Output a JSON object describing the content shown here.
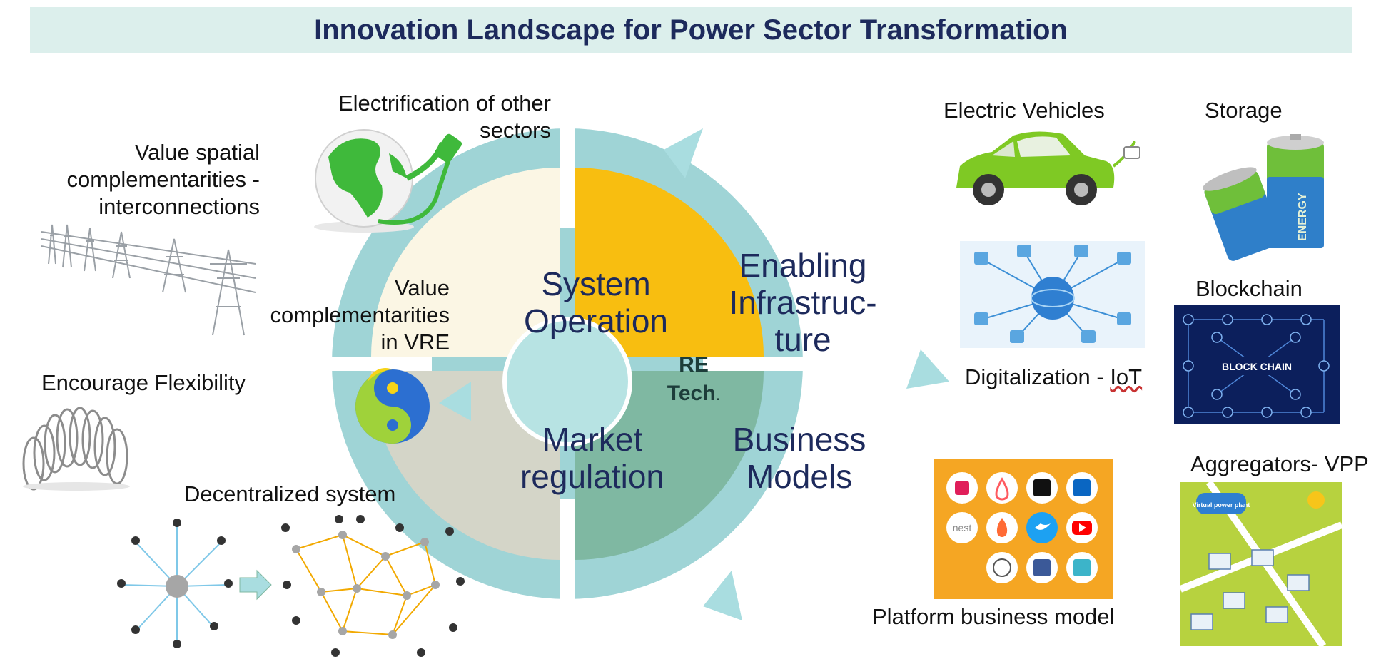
{
  "title": "Innovation Landscape for Power Sector Transformation",
  "center": {
    "line1": "RE",
    "line2": "Tech",
    "dot": "."
  },
  "quadrants": {
    "system_operation": {
      "line1": "System",
      "line2": "Operation",
      "color": "#fbf6e4"
    },
    "enabling_infrastructure": {
      "line1": "Enabling",
      "line2": "Infrastruc-",
      "line3": "ture",
      "color": "#f8be10"
    },
    "market_regulation": {
      "line1": "Market",
      "line2": "regulation",
      "color": "#d4d5c8"
    },
    "business_models": {
      "line1": "Business",
      "line2": "Models",
      "color": "#7fb8a2"
    }
  },
  "colors": {
    "title_bg": "#dcefec",
    "title_text": "#1d2a5c",
    "ring": "#9fd4d6",
    "arrow": "#a9dde0"
  },
  "left_labels": {
    "electrification": {
      "line1": "Electrification of other",
      "line2": "sectors"
    },
    "value_spatial": {
      "line1": "Value spatial",
      "line2": "complementarities -",
      "line3": "interconnections"
    },
    "value_vre": {
      "line1": "Value",
      "line2": "complementarities",
      "line3": "in VRE"
    },
    "flexibility": "Encourage Flexibility",
    "decentralized": "Decentralized system"
  },
  "right_labels": {
    "ev": "Electric Vehicles",
    "storage": "Storage",
    "digitalization_pre": "Digitalization - ",
    "digitalization_iot": "IoT",
    "blockchain": "Blockchain",
    "aggregators": "Aggregators- VPP",
    "platform": "Platform business model"
  },
  "image_text": {
    "blockchain_banner": "BLOCK CHAIN",
    "battery_text": "ENERGY",
    "vpp_badge": "Virtual power plant",
    "nest": "nest"
  }
}
